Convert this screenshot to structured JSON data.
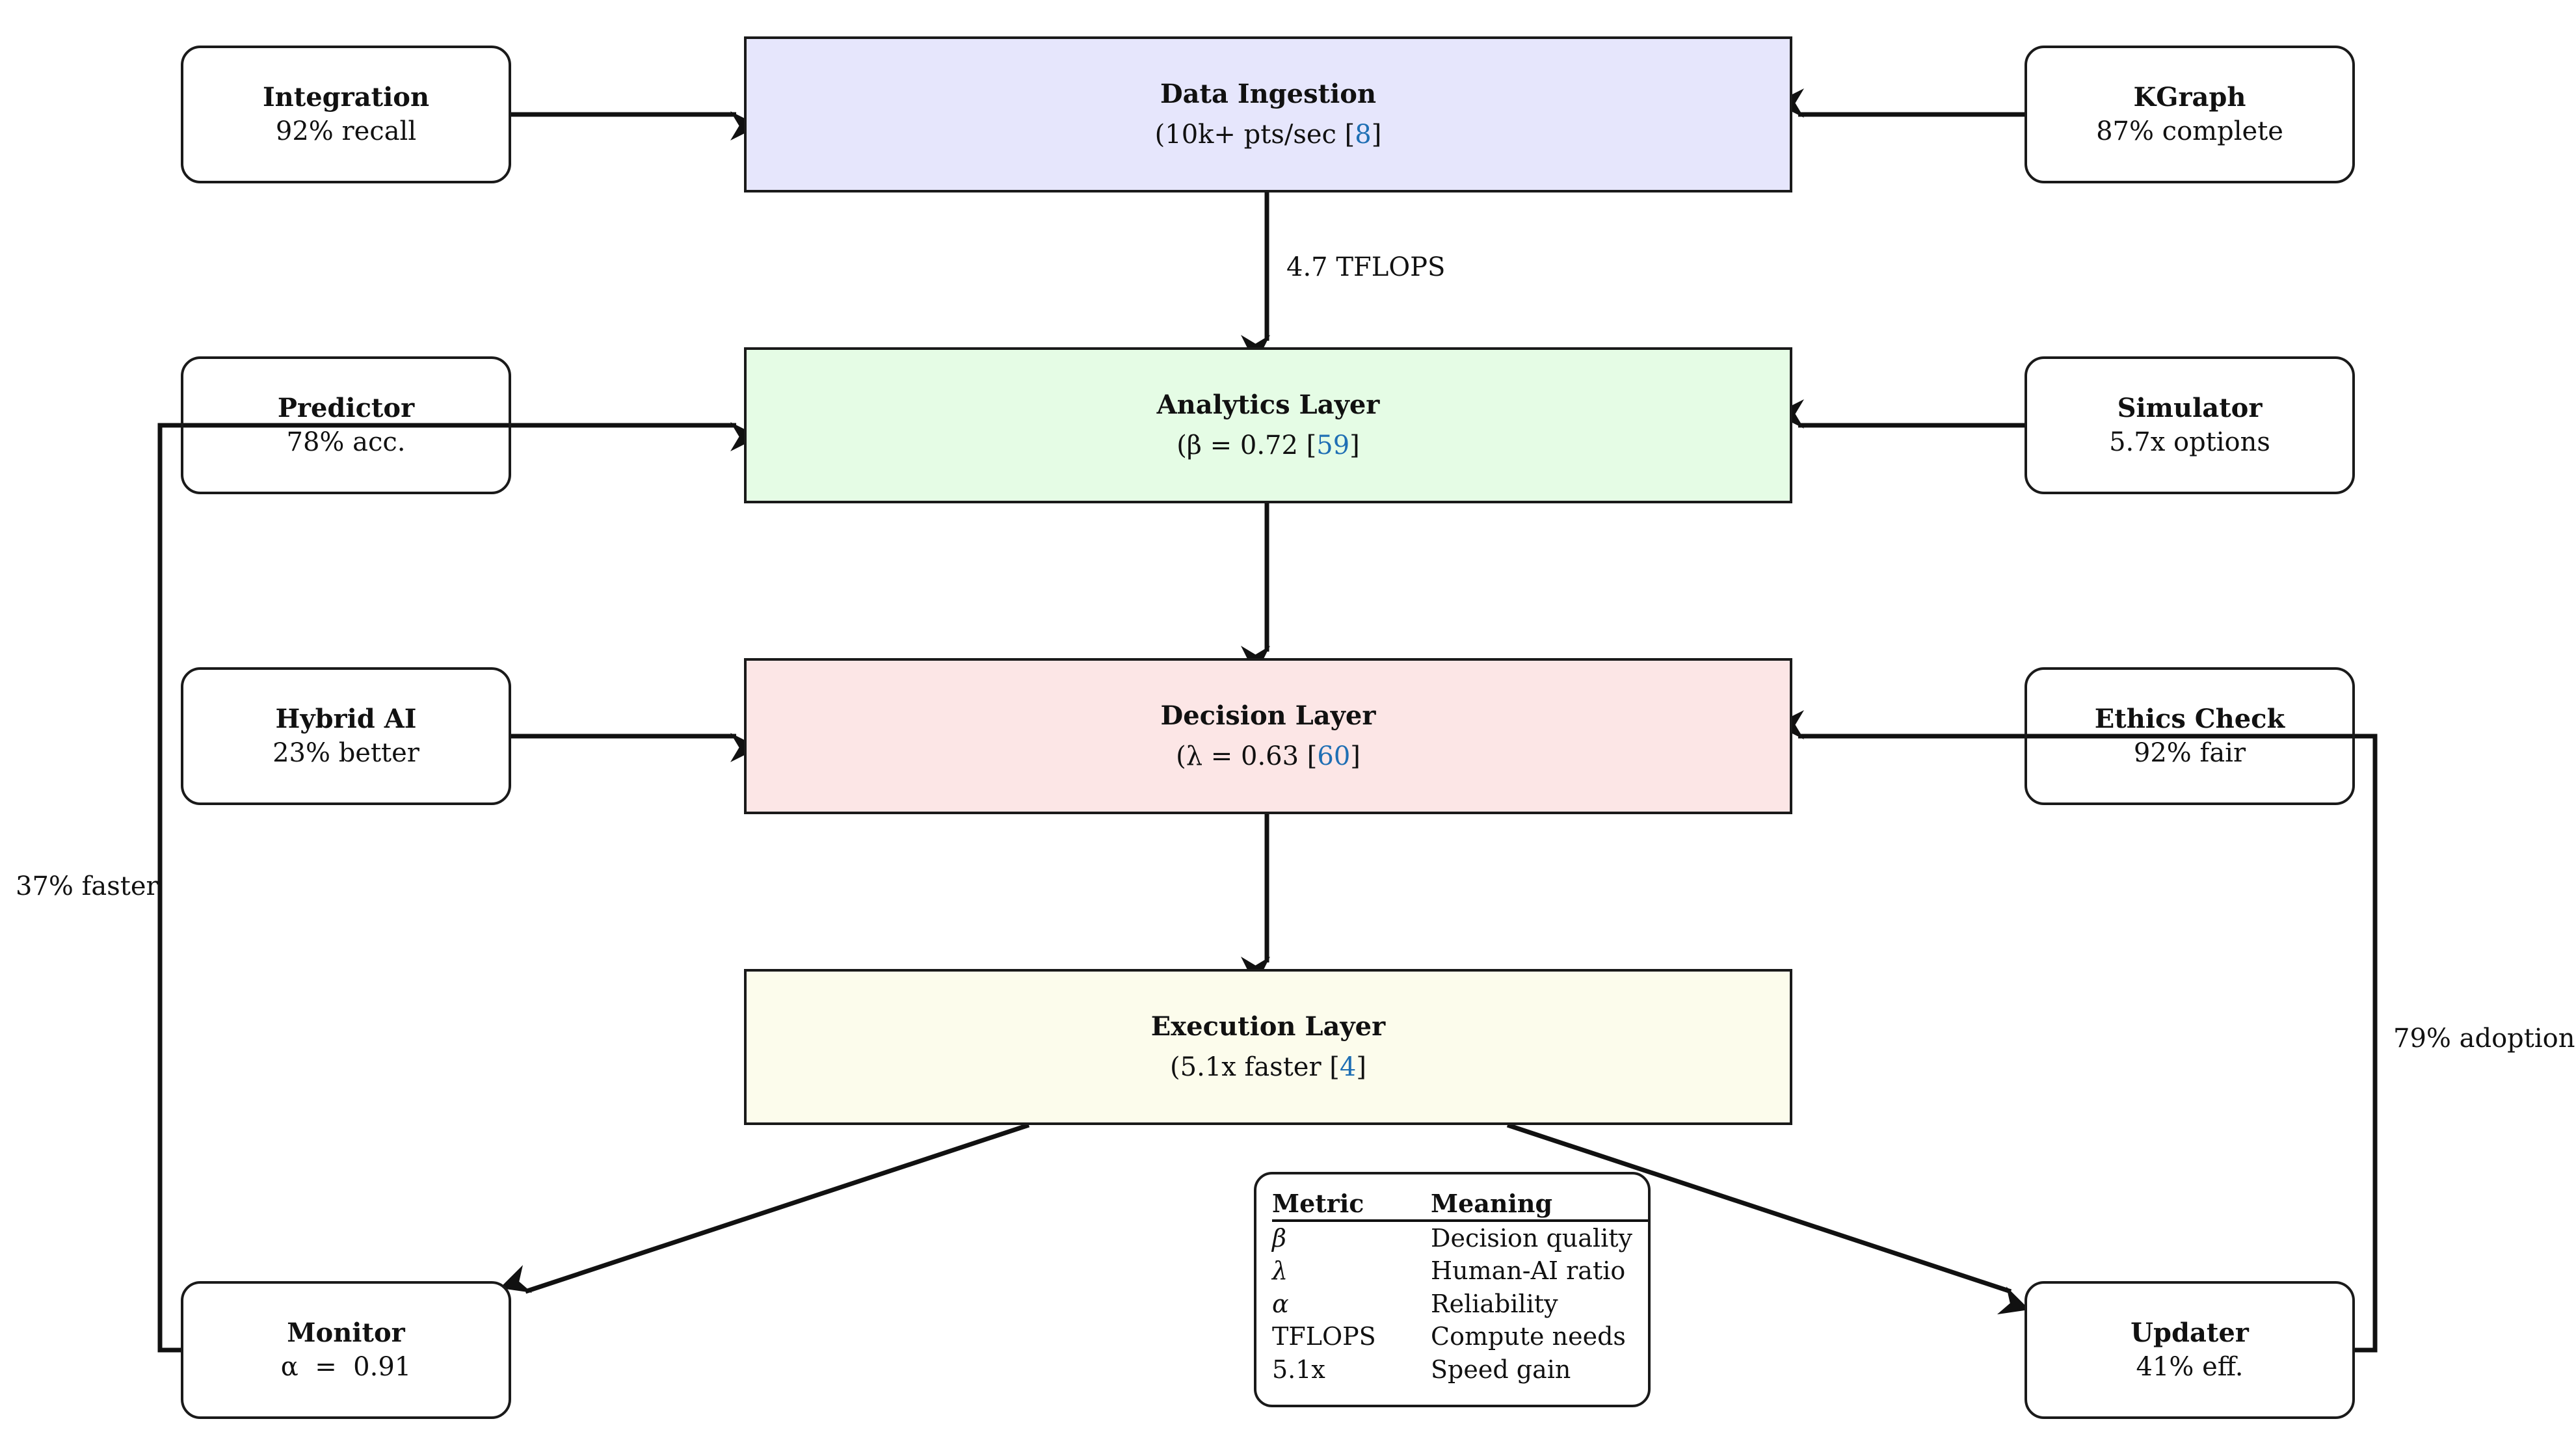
{
  "layers": {
    "ingestion": {
      "title": "Data Ingestion",
      "open": "(10k+ pts/sec [",
      "ref": "8",
      "close": "]",
      "color": "#e6e6fc"
    },
    "analytics": {
      "title": "Analytics Layer",
      "open": "(β = 0.72 [",
      "ref": "59",
      "close": "]",
      "color": "#e5fce5"
    },
    "decision": {
      "title": "Decision Layer",
      "open": "(λ = 0.63 [",
      "ref": "60",
      "close": "]",
      "color": "#fce6e6"
    },
    "execution": {
      "title": "Execution Layer",
      "open": "(5.1x faster [",
      "ref": "4",
      "close": "]",
      "color": "#fcfcec"
    }
  },
  "side_nodes": {
    "integration": {
      "title": "Integration",
      "value": "92% recall"
    },
    "kgraph": {
      "title": "KGraph",
      "value": "87% complete"
    },
    "predictor": {
      "title": "Predictor",
      "value": "78% acc."
    },
    "simulator": {
      "title": "Simulator",
      "value": "5.7x options"
    },
    "hybrid_ai": {
      "title": "Hybrid AI",
      "value": "23% better"
    },
    "ethics_check": {
      "title": "Ethics Check",
      "value": "92% fair"
    },
    "monitor": {
      "title": "Monitor",
      "value": "α  =  0.91"
    },
    "updater": {
      "title": "Updater",
      "value": "41% eff."
    }
  },
  "edge_labels": {
    "ingestion_to_analytics": "4.7 TFLOPS",
    "monitor_feedback": "37% faster",
    "updater_feedback": "79% adoption"
  },
  "legend": {
    "headers": [
      "Metric",
      "Meaning"
    ],
    "rows": [
      [
        "β",
        "Decision quality"
      ],
      [
        "λ",
        "Human-AI ratio"
      ],
      [
        "α",
        "Reliability"
      ],
      [
        "TFLOPS",
        "Compute needs"
      ],
      [
        "5.1x",
        "Speed gain"
      ]
    ]
  },
  "colors": {
    "line": "#111111",
    "citation": "#1f6fb4"
  }
}
